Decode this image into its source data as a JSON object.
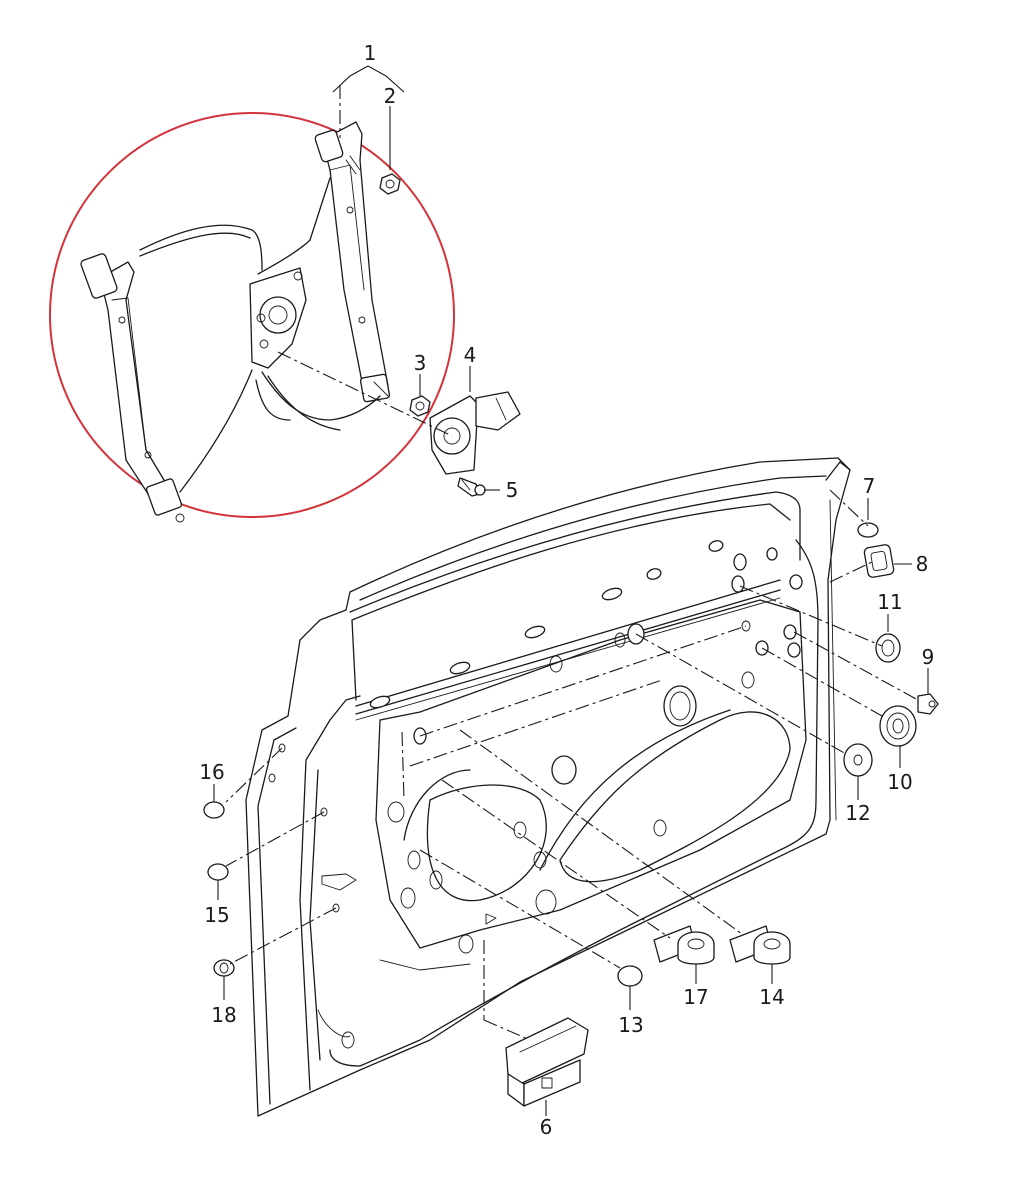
{
  "diagram": {
    "highlight_color": "#d4333a",
    "line_color": "#1a1a1a",
    "callouts": {
      "c1": "1",
      "c2": "2",
      "c3": "3",
      "c4": "4",
      "c5": "5",
      "c6": "6",
      "c7": "7",
      "c8": "8",
      "c9": "9",
      "c10": "10",
      "c11": "11",
      "c12": "12",
      "c13": "13",
      "c14": "14",
      "c15": "15",
      "c16": "16",
      "c17": "17",
      "c18": "18"
    }
  }
}
